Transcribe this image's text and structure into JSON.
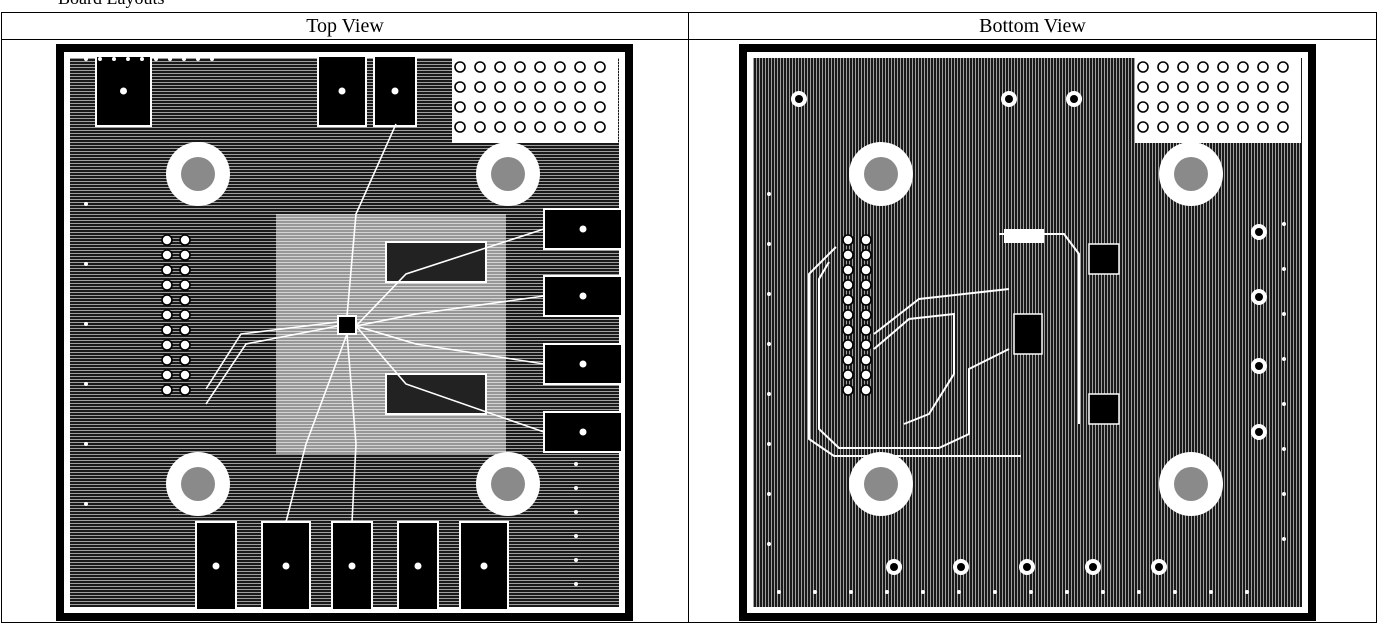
{
  "caption": "Board Layouts",
  "views": [
    {
      "heading": "Top View",
      "layer": "top",
      "board_outline": "black-bordered-square",
      "mounting_hole_color": "#8a8a8a"
    },
    {
      "heading": "Bottom View",
      "layer": "bottom",
      "board_outline": "black-bordered-square",
      "mounting_hole_color": "#8a8a8a"
    }
  ]
}
